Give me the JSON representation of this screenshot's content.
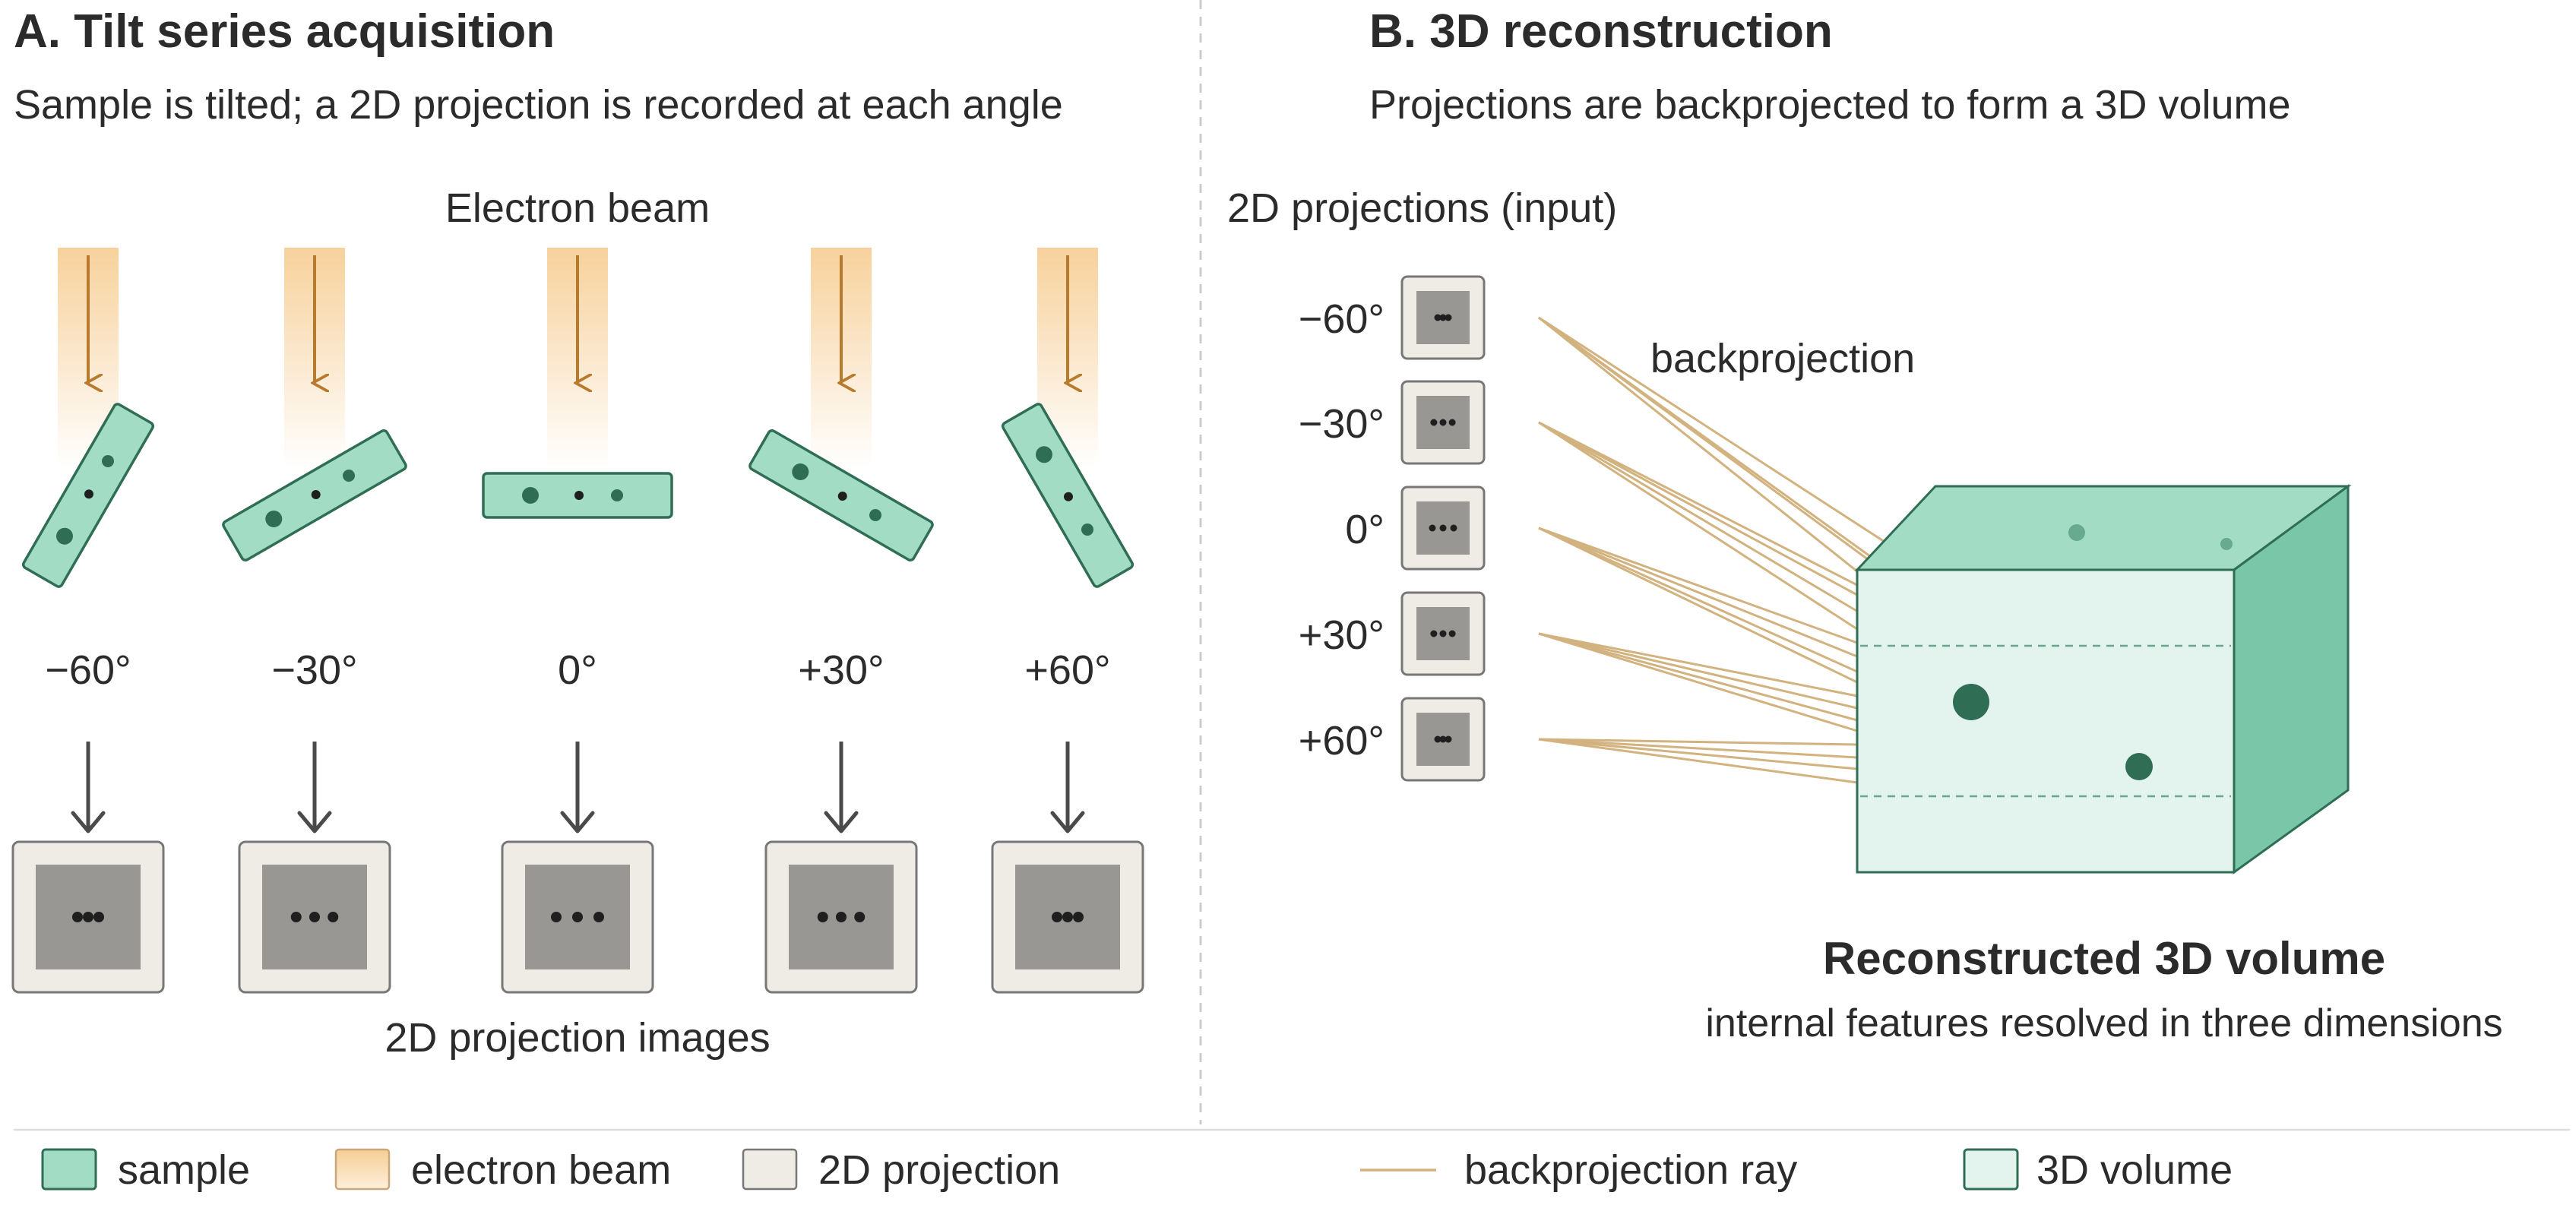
{
  "panel_a": {
    "title": "A. Tilt series acquisition",
    "subtitle": "Sample is tilted; a 2D projection is recorded at each angle",
    "beam_label": "Electron beam",
    "angles": [
      "−60°",
      "−30°",
      "0°",
      "+30°",
      "+60°"
    ],
    "tilt_degrees": [
      -60,
      -30,
      0,
      30,
      60
    ],
    "projections_label": "2D projection images"
  },
  "panel_b": {
    "title": "B. 3D reconstruction",
    "subtitle": "Projections are backprojected to form a 3D volume",
    "input_label": "2D projections (input)",
    "angles": [
      "−60°",
      "−30°",
      "0°",
      "+30°",
      "+60°"
    ],
    "ray_label": "backprojection",
    "volume_title": "Reconstructed 3D volume",
    "volume_subtitle": "internal features resolved in three dimensions"
  },
  "legend": {
    "items": [
      {
        "label": "sample"
      },
      {
        "label": "electron beam"
      },
      {
        "label": "2D projection"
      },
      {
        "label": "backprojection ray"
      },
      {
        "label": "3D volume"
      }
    ]
  },
  "colors": {
    "sample_fill": "#a2dcc4",
    "sample_stroke": "#2f6e55",
    "feature": "#2f6e55",
    "beam": "#f5c98a",
    "beam_arrow": "#b87a2c",
    "projection_frame": "#efece5",
    "projection_inner": "#999794",
    "ray": "#d2b27e",
    "volume_front": "#e2f4ed",
    "volume_top": "#a2dcc4",
    "volume_side": "#79c7a8",
    "arrow": "#4a4a4a",
    "divider": "#cccccc"
  }
}
